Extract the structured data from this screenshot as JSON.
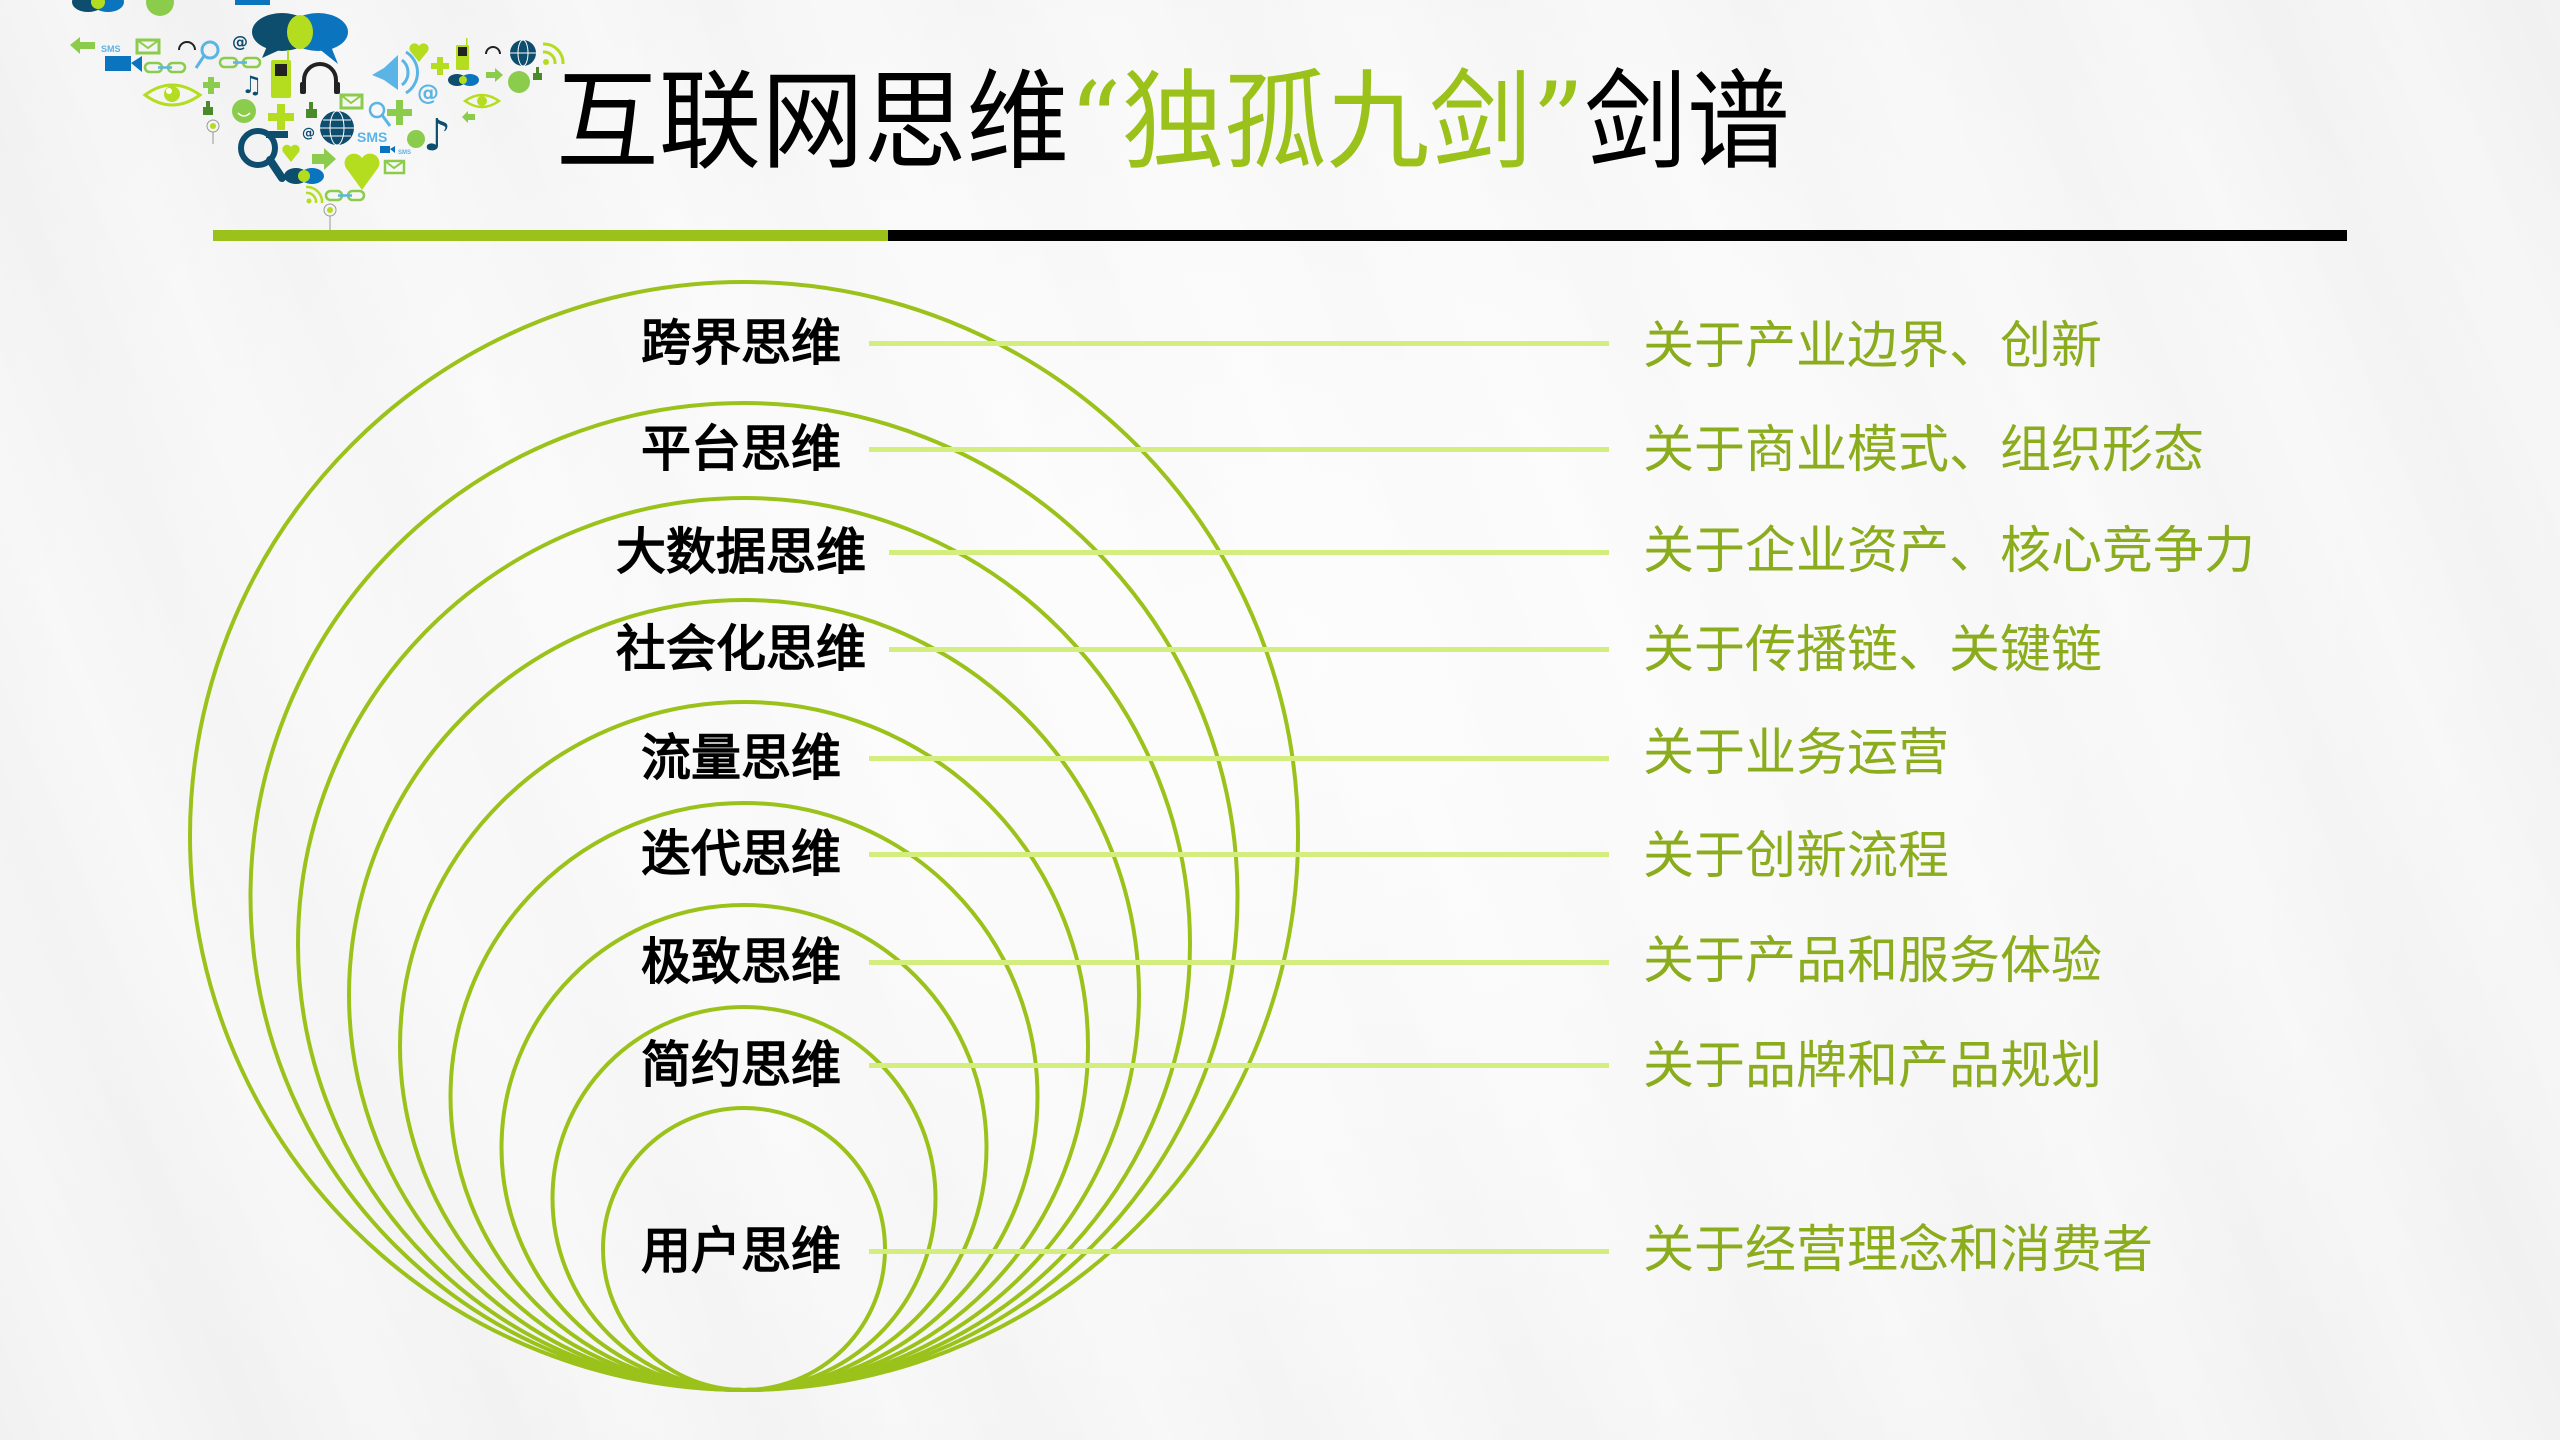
{
  "slide": {
    "title": {
      "prefix": "互联网思维",
      "open_quote": "“",
      "highlight": "独孤九剑",
      "close_quote": "”",
      "suffix": "剑谱"
    },
    "colors": {
      "accent_green": "#9bc21a",
      "connector_green": "#d4ee7e",
      "description_green": "#8bac1d",
      "label_black": "#000000",
      "rule_black": "#000000"
    },
    "decoration": {
      "icon_cluster": [
        "speech-bubble-icon",
        "sms-icon",
        "envelope-icon",
        "headphones-icon",
        "magnifier-icon",
        "chain-link-icon",
        "at-sign-icon",
        "eye-icon",
        "plus-icon",
        "music-note-icon",
        "mobile-phone-icon",
        "smiley-icon",
        "thumbs-up-icon",
        "globe-icon",
        "minus-icon",
        "heart-icon",
        "arrow-icon",
        "video-camera-icon",
        "loudspeaker-icon",
        "rss-icon",
        "location-pin-icon"
      ]
    }
  },
  "diagram": {
    "items": [
      {
        "label": "跨界思维",
        "description": "关于产业边界、创新"
      },
      {
        "label": "平台思维",
        "description": "关于商业模式、组织形态"
      },
      {
        "label": "大数据思维",
        "description": "关于企业资产、核心竞争力"
      },
      {
        "label": "社会化思维",
        "description": "关于传播链、关键链"
      },
      {
        "label": "流量思维",
        "description": "关于业务运营"
      },
      {
        "label": "迭代思维",
        "description": "关于创新流程"
      },
      {
        "label": "极致思维",
        "description": "关于产品和服务体验"
      },
      {
        "label": "简约思维",
        "description": "关于品牌和产品规划"
      },
      {
        "label": "用户思维",
        "description": "关于经营理念和消费者"
      }
    ]
  }
}
